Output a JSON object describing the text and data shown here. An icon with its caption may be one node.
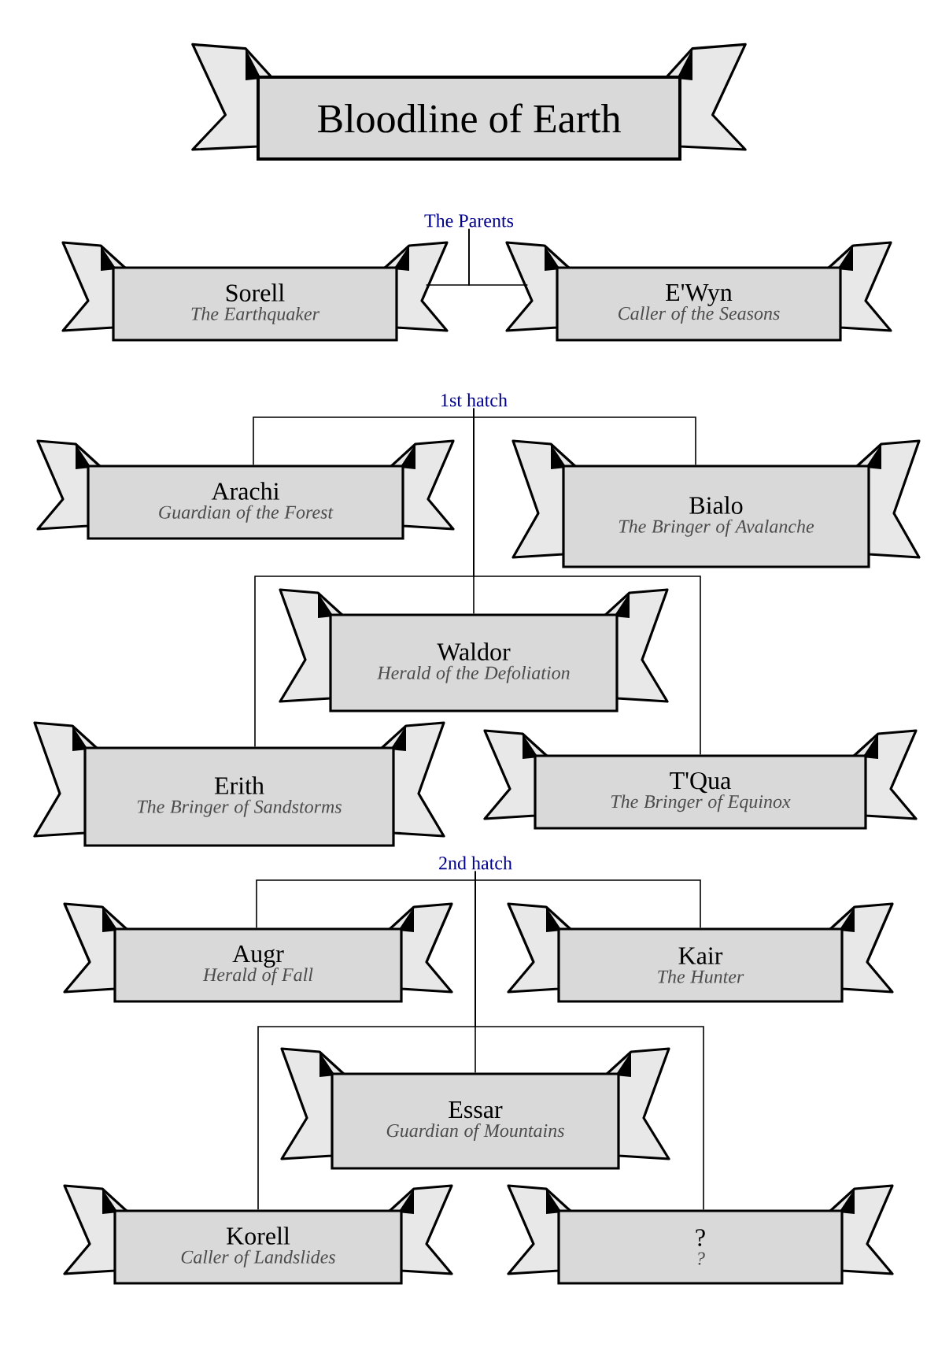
{
  "diagram": {
    "title": "Bloodline of Earth",
    "nodes": [
      {
        "text": [
          "The Parents"
        ]
      },
      {
        "text": [
          "Sorell",
          "The Earthquaker"
        ]
      },
      {
        "text": [
          "E'Wyn",
          "Caller of the Seasons"
        ]
      },
      {
        "text": [
          "1st hatch"
        ]
      },
      {
        "text": [
          "Arachi",
          "Guardian of the Forest"
        ]
      },
      {
        "text": [
          "Bialo",
          "The Bringer of Avalanche"
        ]
      },
      {
        "text": [
          "Waldor",
          "Herald of the Defoliation"
        ]
      },
      {
        "text": [
          "Erith",
          "The Bringer of Sandstorms"
        ]
      },
      {
        "text": [
          "T'Qua",
          "The Bringer of Equinox"
        ]
      },
      {
        "text": [
          "2nd hatch"
        ]
      },
      {
        "text": [
          "Augr",
          "Herald of Fall"
        ]
      },
      {
        "text": [
          "Kair",
          "The Hunter"
        ]
      },
      {
        "text": [
          "Essar",
          "Guardian of Mountains"
        ]
      },
      {
        "text": [
          "Korell",
          "Caller of Landslides"
        ]
      },
      {
        "text": [
          "?",
          "?"
        ]
      }
    ],
    "edges": [
      {
        "from": 0,
        "to": 1,
        "arrow": "none"
      },
      {
        "from": 0,
        "to": 2,
        "arrow": "none"
      },
      {
        "from": 3,
        "to": 4,
        "arrow": "none"
      },
      {
        "from": 3,
        "to": 5,
        "arrow": "none"
      },
      {
        "from": 3,
        "to": 6,
        "arrow": "none"
      },
      {
        "from": 3,
        "to": 7,
        "arrow": "none"
      },
      {
        "from": 3,
        "to": 8,
        "arrow": "none"
      },
      {
        "from": 9,
        "to": 10,
        "arrow": "none"
      },
      {
        "from": 9,
        "to": 11,
        "arrow": "none"
      },
      {
        "from": 9,
        "to": 12,
        "arrow": "none"
      },
      {
        "from": 9,
        "to": 13,
        "arrow": "none"
      },
      {
        "from": 9,
        "to": 14,
        "arrow": "none"
      }
    ]
  }
}
